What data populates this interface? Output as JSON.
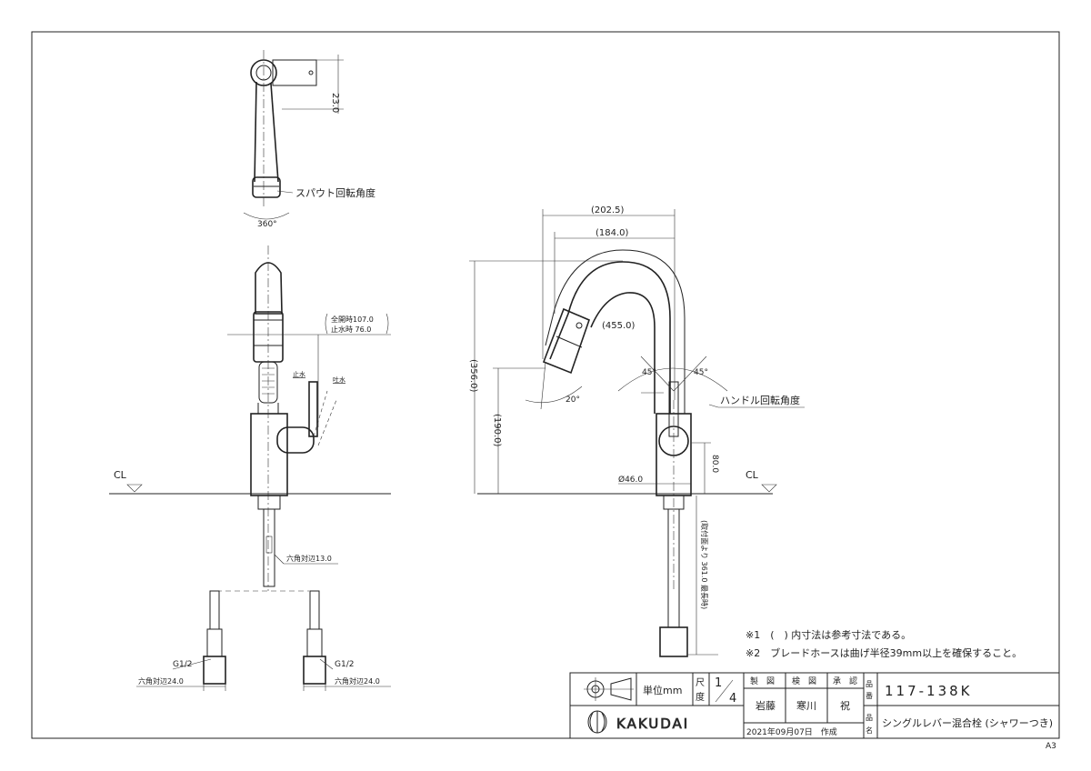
{
  "sheet": {
    "size_label": "A3"
  },
  "top_view": {
    "dim_height": "23.0",
    "rotation_label": "スパウト回転角度",
    "rotation_angle": "360°"
  },
  "front_view": {
    "cl_label": "CL",
    "flow_full_label": "全開時107.0",
    "flow_stop_label": "止水時  76.0",
    "stop_label": "止水",
    "discharge_label": "吐水",
    "hex_small": "六角対辺13.0",
    "thread_left": "G1/2",
    "thread_right": "G1/2",
    "hex_left": "六角対辺24.0",
    "hex_right": "六角対辺24.0"
  },
  "side_view": {
    "dim_reach_total": "(202.5)",
    "dim_reach": "(184.0)",
    "dim_hose": "(455.0)",
    "dim_height": "(356.0)",
    "dim_spout_height": "(190.0)",
    "angle_left": "45°",
    "angle_right": "45°",
    "nozzle_angle": "20°",
    "handle_rotation_label": "ハンドル回転角度",
    "dia_label": "Ø46.0",
    "dim_body": "80.0",
    "dim_hose_length": "(取付面より 361.0 最長時)",
    "cl_label": "CL"
  },
  "notes": [
    "※1　(　) 内寸法は参考寸法である。",
    "※2　ブレードホースは曲げ半径39mm以上を確保すること。"
  ],
  "title_block": {
    "unit_label": "単位mm",
    "scale_label": "尺度",
    "scale_num": "1",
    "scale_den": "4",
    "drawn_header": "製　図",
    "checked_header": "検　図",
    "approved_header": "承　認",
    "drawn_by": "岩藤",
    "checked_by": "寒川",
    "approved_by": "祝",
    "part_no_header": "品番",
    "part_no": "117-138K",
    "part_name_header": "品名",
    "part_name": "シングルレバー混合栓 (シャワーつき)",
    "date": "2021年09月07日　作成",
    "brand": "KAKUDAI"
  }
}
